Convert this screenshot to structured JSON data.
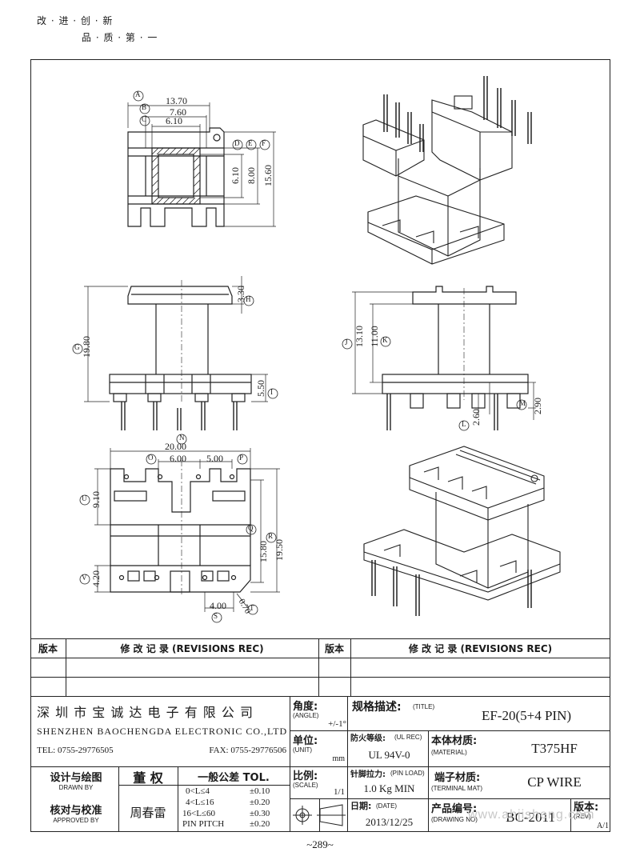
{
  "slogan": {
    "line1": "改 · 进 · 创 · 新",
    "line2": "品 · 质 · 第 · 一"
  },
  "dimensions": {
    "A": "13.70",
    "B": "7.60",
    "C": "6.10",
    "D_val": "6.10",
    "E_val": "8.00",
    "F_val": "15.60",
    "H_val": "3.30",
    "G_val": "19.80",
    "I_val": "5.50",
    "J_val": "13.10",
    "K_val": "11.00",
    "L_val": "2.60",
    "M_val": "2.90",
    "N_val": "20.00",
    "O_val": "6.00",
    "P_val": "5.00",
    "U_val": "9.10",
    "Q_val": "15.80",
    "R_val": "19.50",
    "V_val": "4.20",
    "S_val": "4.00",
    "T_val": "0.70"
  },
  "labels": {
    "A": "A",
    "B": "B",
    "C": "C",
    "D": "D",
    "E": "E",
    "F": "F",
    "G": "G",
    "H": "H",
    "I": "I",
    "J": "J",
    "K": "K",
    "L": "L",
    "M": "M",
    "N": "N",
    "O": "O",
    "P": "P",
    "Q": "Q",
    "R": "R",
    "S": "S",
    "T": "T",
    "U": "U",
    "V": "V"
  },
  "revisions": {
    "ver": "版本",
    "rec": "修 改 记 录 (REVISIONS REC)"
  },
  "company": {
    "cn": "深 圳 市 宝 诚 达 电 子 有 限 公 司",
    "en": "SHENZHEN BAOCHENGDA ELECTRONIC CO.,LTD",
    "tel": "TEL: 0755-29776505",
    "fax": "FAX: 0755-29776506"
  },
  "angle": {
    "label": "角度:",
    "sub": "(ANGLE)",
    "value": "+/-1°"
  },
  "unit": {
    "label": "单位:",
    "sub": "(UNIT)",
    "value": "mm"
  },
  "scale": {
    "label": "比例:",
    "sub": "(SCALE)",
    "value": "1/1"
  },
  "title": {
    "label": "规格描述:",
    "sub": "(TITLE)",
    "value": "EF-20(5+4 PIN)"
  },
  "ul": {
    "label": "防火等级:",
    "sub": "(UL REC)",
    "value": "UL 94V-0"
  },
  "material": {
    "label": "本体材质:",
    "sub": "(MATERIAL)",
    "value": "T375HF"
  },
  "pinload": {
    "label": "针脚拉力:",
    "sub": "(PIN LOAD)",
    "value": "1.0 Kg MIN"
  },
  "terminal": {
    "label": "端子材质:",
    "sub": "(TERMINAL MAT)",
    "value": "CP WIRE"
  },
  "date": {
    "label": "日期:",
    "sub": "(DATE)",
    "value": "2013/12/25"
  },
  "drawing": {
    "label": "产品编号:",
    "sub": "(DRAWING NO)",
    "value": "BC-2011"
  },
  "rev": {
    "label": "版本:",
    "sub": "(REV)",
    "value": "A/1"
  },
  "drawn": {
    "label": "设计与绘图",
    "sub": "DRAWN BY",
    "value": "董 权"
  },
  "approved": {
    "label": "核对与校准",
    "sub": "APPROVED BY",
    "value": "周春雷"
  },
  "tol": {
    "title": "一般公差 TOL.",
    "rows": [
      {
        "range": "0<L≤4",
        "val": "±0.10"
      },
      {
        "range": "4<L≤16",
        "val": "±0.20"
      },
      {
        "range": "16<L≤60",
        "val": "±0.30"
      },
      {
        "range": "PIN PITCH",
        "val": "±0.20"
      }
    ]
  },
  "page": "~289~",
  "watermark": "www.ahjisheng.com"
}
